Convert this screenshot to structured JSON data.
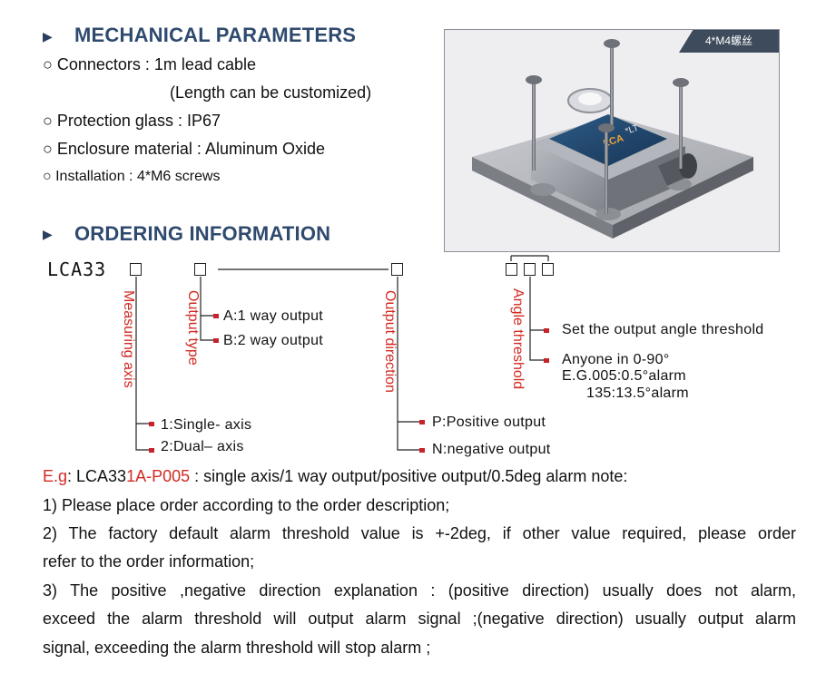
{
  "mechanical": {
    "title": "MECHANICAL PARAMETERS",
    "items": [
      "○ Connectors : 1m lead cable",
      "(Length can be customized)",
      "○ Protection glass : IP67",
      "○ Enclosure material : Aluminum Oxide",
      "○ Installation : 4*M6 screws"
    ]
  },
  "ordering": {
    "title": "ORDERING INFORMATION",
    "model_prefix": "LCA33",
    "labels": {
      "measuring_axis": "Measuring axis",
      "output_type": "Output type",
      "output_direction": "Output direction",
      "angle_threshold": "Angle threshold"
    },
    "options": {
      "output_type": [
        "A:1 way output",
        "B:2 way output"
      ],
      "axis": [
        "1:Single- axis",
        "2:Dual– axis"
      ],
      "direction": [
        "P:Positive output",
        "N:negative output"
      ],
      "threshold": [
        "Set the output angle threshold",
        "Anyone in 0-90°",
        "E.G.005:0.5°alarm",
        "135:13.5°alarm"
      ]
    }
  },
  "photo": {
    "badge": "4*M4螺丝",
    "device_text": [
      "LCA",
      "*LT"
    ]
  },
  "example": {
    "prefix": "E.g",
    "colon": ": LCA33",
    "digit": "1",
    "code": "A-P005",
    "desc": " : single axis/1 way output/positive output/0.5deg alarm note:"
  },
  "notes": [
    "1) Please place order according to the order description;",
    "2) The factory default alarm threshold value is +-2deg, if other value required, please order",
    "refer to the order information;",
    "3) The positive ,negative direction explanation : (positive direction) usually does not alarm,",
    "exceed the alarm threshold will output alarm signal ;(negative direction) usually output alarm",
    "signal, exceeding the alarm threshold will stop alarm ;"
  ],
  "colors": {
    "heading": "#2f4a6f",
    "accent_red": "#d22a22",
    "badge_bg": "#3d4b5c"
  }
}
